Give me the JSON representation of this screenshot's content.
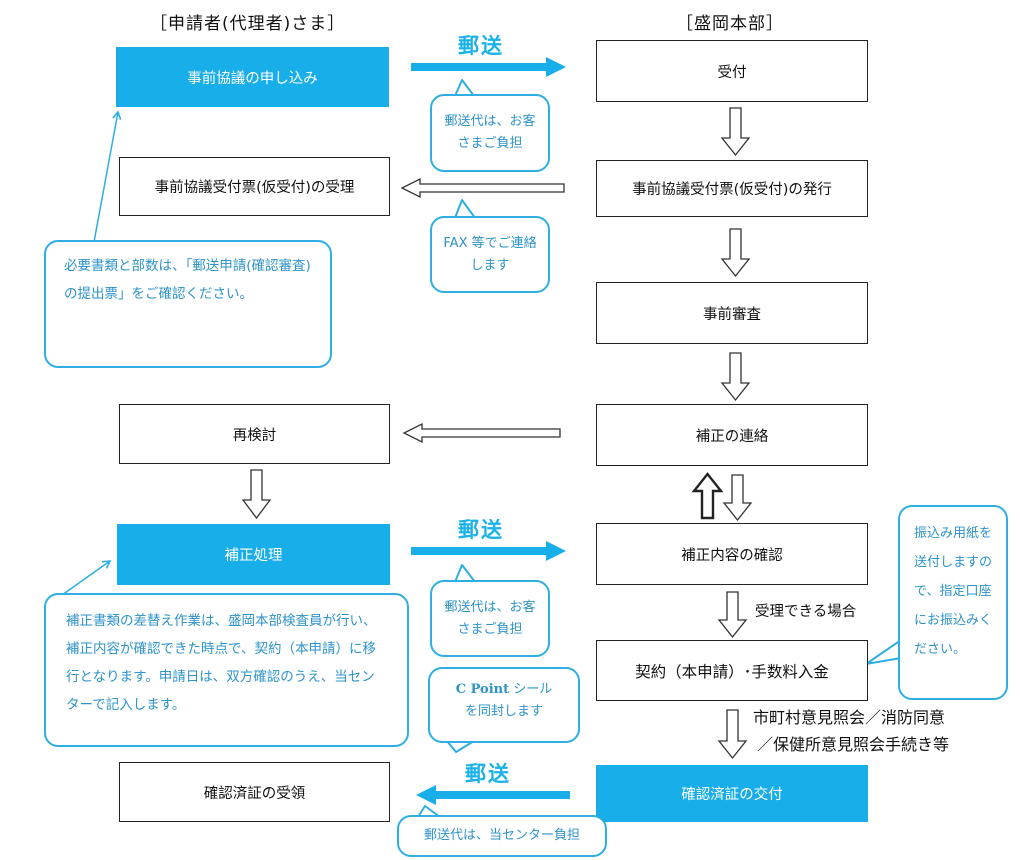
{
  "headers": {
    "left": "［申請者(代理者)さま］",
    "right": "［盛岡本部］"
  },
  "left_boxes": {
    "apply": "事前協議の申し込み",
    "receipt_ticket": "事前協議受付票(仮受付)の受理",
    "reconsider": "再検討",
    "correction_process": "補正処理",
    "receive_certificate": "確認済証の受領"
  },
  "right_boxes": {
    "reception": "受付",
    "issue_ticket": "事前協議受付票(仮受付)の発行",
    "pre_review": "事前審査",
    "correction_contact": "補正の連絡",
    "confirm_correction": "補正内容の確認",
    "contract": "契約（本申請）･手数料入金",
    "issue_certificate": "確認済証の交付"
  },
  "mail_labels": {
    "mail1": "郵送",
    "mail2": "郵送",
    "mail3": "郵送"
  },
  "notes": {
    "postage1": "郵送代は、お客さまご負担",
    "fax": "FAX 等でご連絡します",
    "documents": "必要書類と部数は、「郵送申請(確認審査)の提出票」をご確認ください。",
    "postage2": "郵送代は、お客さまご負担",
    "correction_docs": "補正書類の差替え作業は、盛岡本部検査員が行い、補正内容が確認できた時点で、契約（本申請）に移行となります。申請日は、双方確認のうえ、当センターで記入します。",
    "cpoint_bold": "C Point",
    "cpoint_rest": "シール",
    "cpoint_line2": "を同封します",
    "postage3": "郵送代は、当センター負担",
    "transfer": "振込み用紙を送付しますので、指定口座にお振込みください。"
  },
  "side_labels": {
    "if_accepted": "受理できる場合",
    "municipal_line1": "市町村意見照会／消防同意",
    "municipal_line2": "／保健所意見照会手続き等"
  },
  "colors": {
    "blue_fill": "#18aee9",
    "callout_border": "#2eaee2",
    "callout_text": "#2d93c9",
    "mail_arrow": "#1bb2e8"
  }
}
